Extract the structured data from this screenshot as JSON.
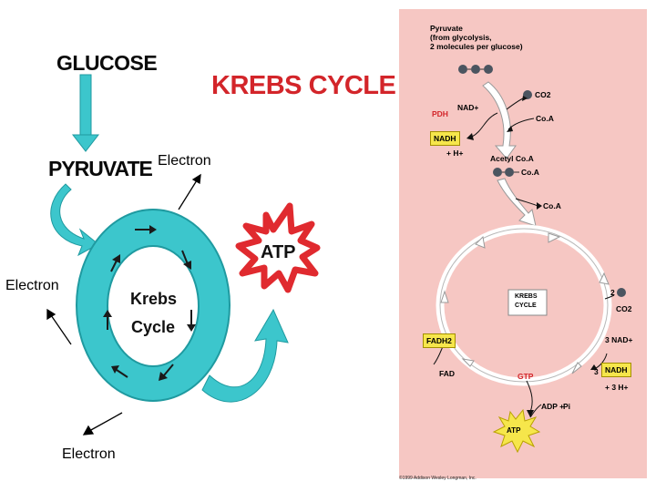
{
  "left": {
    "glucose": "GLUCOSE",
    "pyruvate": "PYRUVATE",
    "title": "KREBS CYCLE",
    "krebs_line1": "Krebs",
    "krebs_line2": "Cycle",
    "atp": "ATP",
    "electron_labels": [
      "Electron",
      "Electron",
      "Electron"
    ]
  },
  "right": {
    "header_line1": "Pyruvate",
    "header_line2": "(from glycolysis,",
    "header_line3": "2 molecules per glucose)",
    "co2_top": "CO2",
    "nad_plus": "NAD+",
    "pdh": "PDH",
    "coa_top": "Co.A",
    "nadh": "NADH",
    "h_plus": "+ H+",
    "acetyl_coa": "Acetyl Co.A",
    "coa_bond": "Co.A",
    "coa_release": "Co.A",
    "krebs_line1": "KREBS",
    "krebs_line2": "CYCLE",
    "co2_count": "2",
    "co2_right": "CO2",
    "fadh2": "FADH2",
    "fad": "FAD",
    "nad_3": "3 NAD+",
    "nadh_count": "3",
    "nadh_3": "NADH",
    "h_3": "+ 3 H+",
    "gtp": "GTP",
    "adp": "ADP +",
    "pi": "Pi",
    "atp": "ATP",
    "copyright": "©1999 Addison Wesley Longman, Inc."
  },
  "colors": {
    "teal": "#3cc6cc",
    "teal_dark": "#1f9aa0",
    "red_title": "#d3252a",
    "panel_bg": "#f6c7c3",
    "yellow_box": "#f6e64b"
  }
}
